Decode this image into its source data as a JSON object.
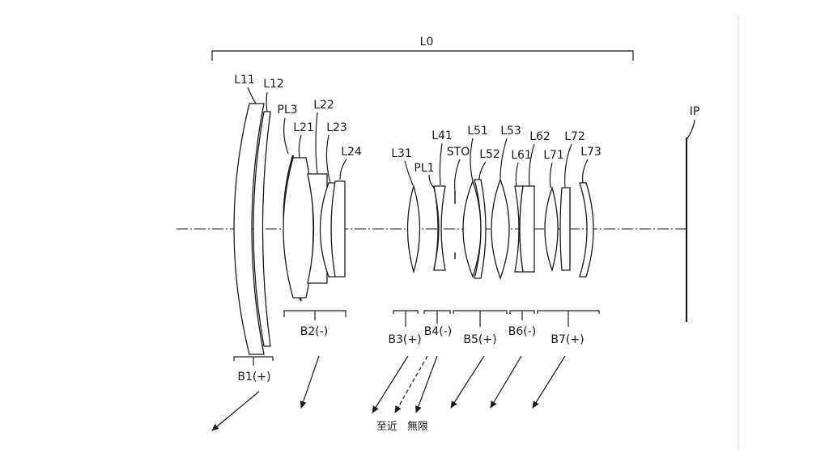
{
  "overall_label": "L0",
  "image_plane_label": "IP",
  "lens_labels": [
    "L11",
    "L12",
    "PL3",
    "L21",
    "L22",
    "L23",
    "L24",
    "L31",
    "PL1",
    "L41",
    "STO",
    "L51",
    "L52",
    "L53",
    "L61",
    "L62",
    "L71",
    "L72",
    "L73"
  ],
  "group_labels": [
    "B1(+)",
    "B2(-)",
    "B3(+)",
    "B4(-)",
    "B5(+)",
    "B6(-)",
    "B7(+)"
  ],
  "focus_legend": {
    "near": "至近",
    "infinity": "無限"
  }
}
